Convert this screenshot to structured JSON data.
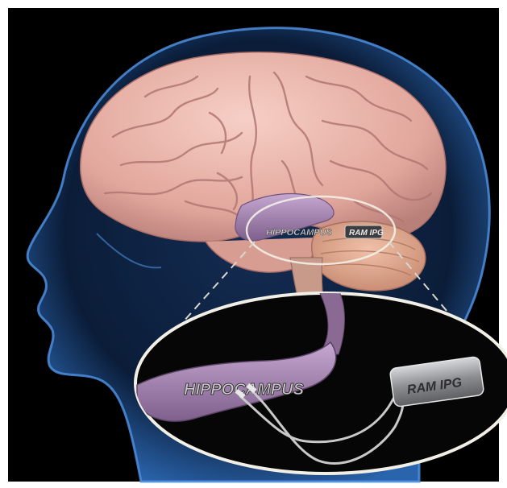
{
  "illustration": {
    "subject": "human head silhouette with brain and hippocampal implant",
    "colors": {
      "background": "#000000",
      "frame": "#ffffff",
      "head_glow": "#2f6fbf",
      "head_fill": "#0a1d3a",
      "brain": "#e7b0a6",
      "brain_shadow": "#b97d78",
      "hippocampus": "#a988b4",
      "cerebellum": "#d79f86",
      "brainstem": "#c89a8a",
      "callout_bg": "#060606",
      "callout_border": "#f2efe6",
      "device_body": "#8d8e91",
      "electrode": "#c9c9c9"
    }
  },
  "labels": {
    "hippocampus_small": "HIPPOCAMPUS",
    "ram_ipg_small": "RAM IPG",
    "hippocampus_large": "HIPPOCAMPUS",
    "ram_ipg_large": "RAM IPG"
  }
}
